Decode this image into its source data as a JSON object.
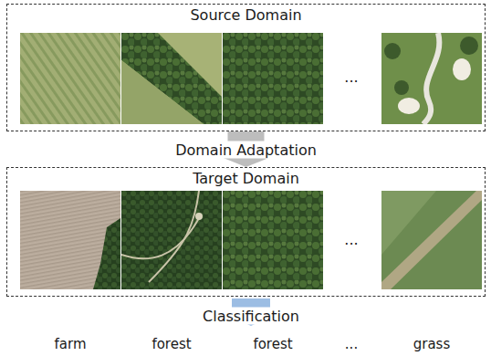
{
  "diagram": {
    "nodes": [
      {
        "text": [
          "Source Domain"
        ]
      },
      {
        "text": [
          "Target Domain"
        ]
      }
    ],
    "edges": [
      {
        "from": 0,
        "to": 1,
        "arrow": "to",
        "label": "Domain Adaptation"
      }
    ],
    "labels": [
      "...",
      "...",
      "Classification",
      "farm",
      "forest",
      "forest",
      "...",
      "grass"
    ]
  }
}
